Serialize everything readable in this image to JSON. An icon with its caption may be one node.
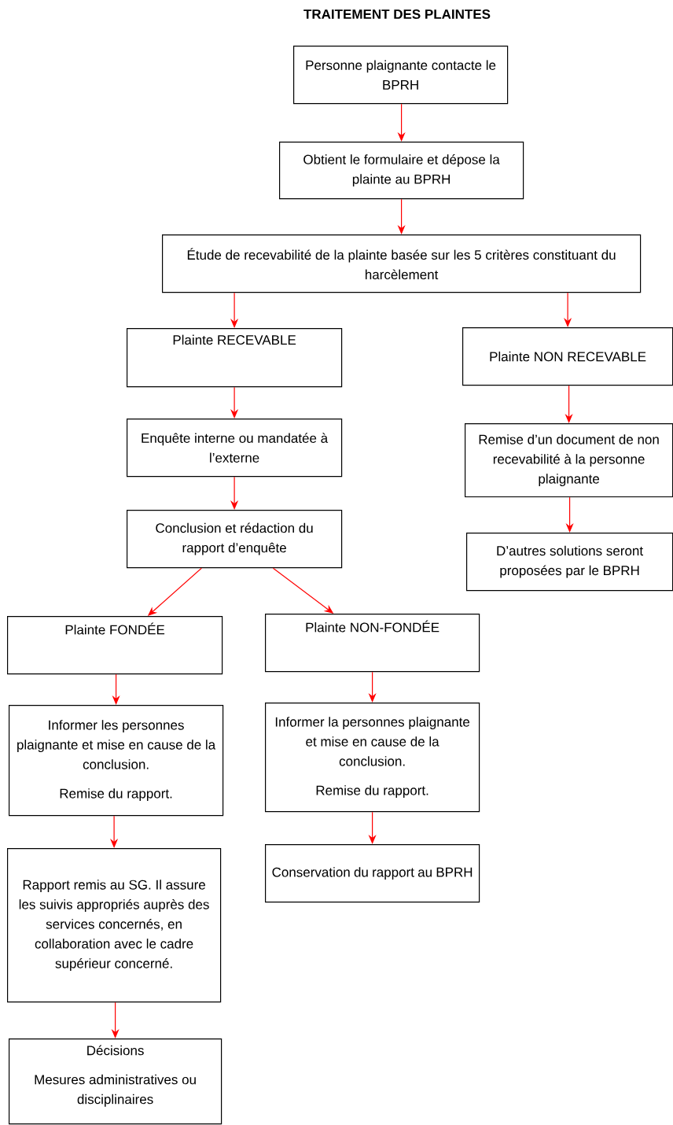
{
  "diagram": {
    "title": "TRAITEMENT DES PLAINTES",
    "nodes": [
      {
        "text": [
          "Personne plaignante contacte le BPRH"
        ]
      },
      {
        "text": [
          "Obtient le formulaire et dépose la plainte au BPRH"
        ]
      },
      {
        "text": [
          "Étude de recevabilité de la plainte basée sur les 5 critères constituant du harcèlement"
        ]
      },
      {
        "text": [
          "Plainte RECEVABLE"
        ]
      },
      {
        "text": [
          "Plainte NON RECEVABLE"
        ]
      },
      {
        "text": [
          "Enquête interne ou mandatée à l’externe"
        ]
      },
      {
        "text": [
          "Remise d’un document de non recevabilité à la personne plaignante"
        ]
      },
      {
        "text": [
          "Conclusion et rédaction du rapport d’enquête"
        ]
      },
      {
        "text": [
          "D’autres solutions seront proposées par le BPRH"
        ]
      },
      {
        "text": [
          "Plainte FONDÉE"
        ]
      },
      {
        "text": [
          "Plainte NON-FONDÉE"
        ]
      },
      {
        "text": [
          "Informer les personnes plaignante et mise en cause de la conclusion.",
          "Remise du rapport."
        ]
      },
      {
        "text": [
          "Informer la personnes plaignante et mise en cause de la conclusion.",
          "Remise du rapport."
        ]
      },
      {
        "text": [
          "Rapport remis au SG. Il assure les suivis appropriés auprès des services concernés, en collaboration avec le cadre supérieur concerné."
        ]
      },
      {
        "text": [
          "Conservation du rapport au BPRH"
        ]
      },
      {
        "text": [
          "Décisions",
          "Mesures administratives ou disciplinaires"
        ]
      }
    ],
    "edges": [
      {
        "from": 0,
        "to": 1,
        "arrow": "to"
      },
      {
        "from": 1,
        "to": 2,
        "arrow": "to"
      },
      {
        "from": 2,
        "to": 3,
        "arrow": "to"
      },
      {
        "from": 2,
        "to": 4,
        "arrow": "to"
      },
      {
        "from": 3,
        "to": 5,
        "arrow": "to"
      },
      {
        "from": 4,
        "to": 6,
        "arrow": "to"
      },
      {
        "from": 5,
        "to": 7,
        "arrow": "to"
      },
      {
        "from": 6,
        "to": 8,
        "arrow": "to"
      },
      {
        "from": 7,
        "to": 9,
        "arrow": "to"
      },
      {
        "from": 7,
        "to": 10,
        "arrow": "to"
      },
      {
        "from": 9,
        "to": 11,
        "arrow": "to"
      },
      {
        "from": 10,
        "to": 12,
        "arrow": "to"
      },
      {
        "from": 11,
        "to": 13,
        "arrow": "to"
      },
      {
        "from": 12,
        "to": 14,
        "arrow": "to"
      },
      {
        "from": 13,
        "to": 15,
        "arrow": "to"
      }
    ]
  }
}
